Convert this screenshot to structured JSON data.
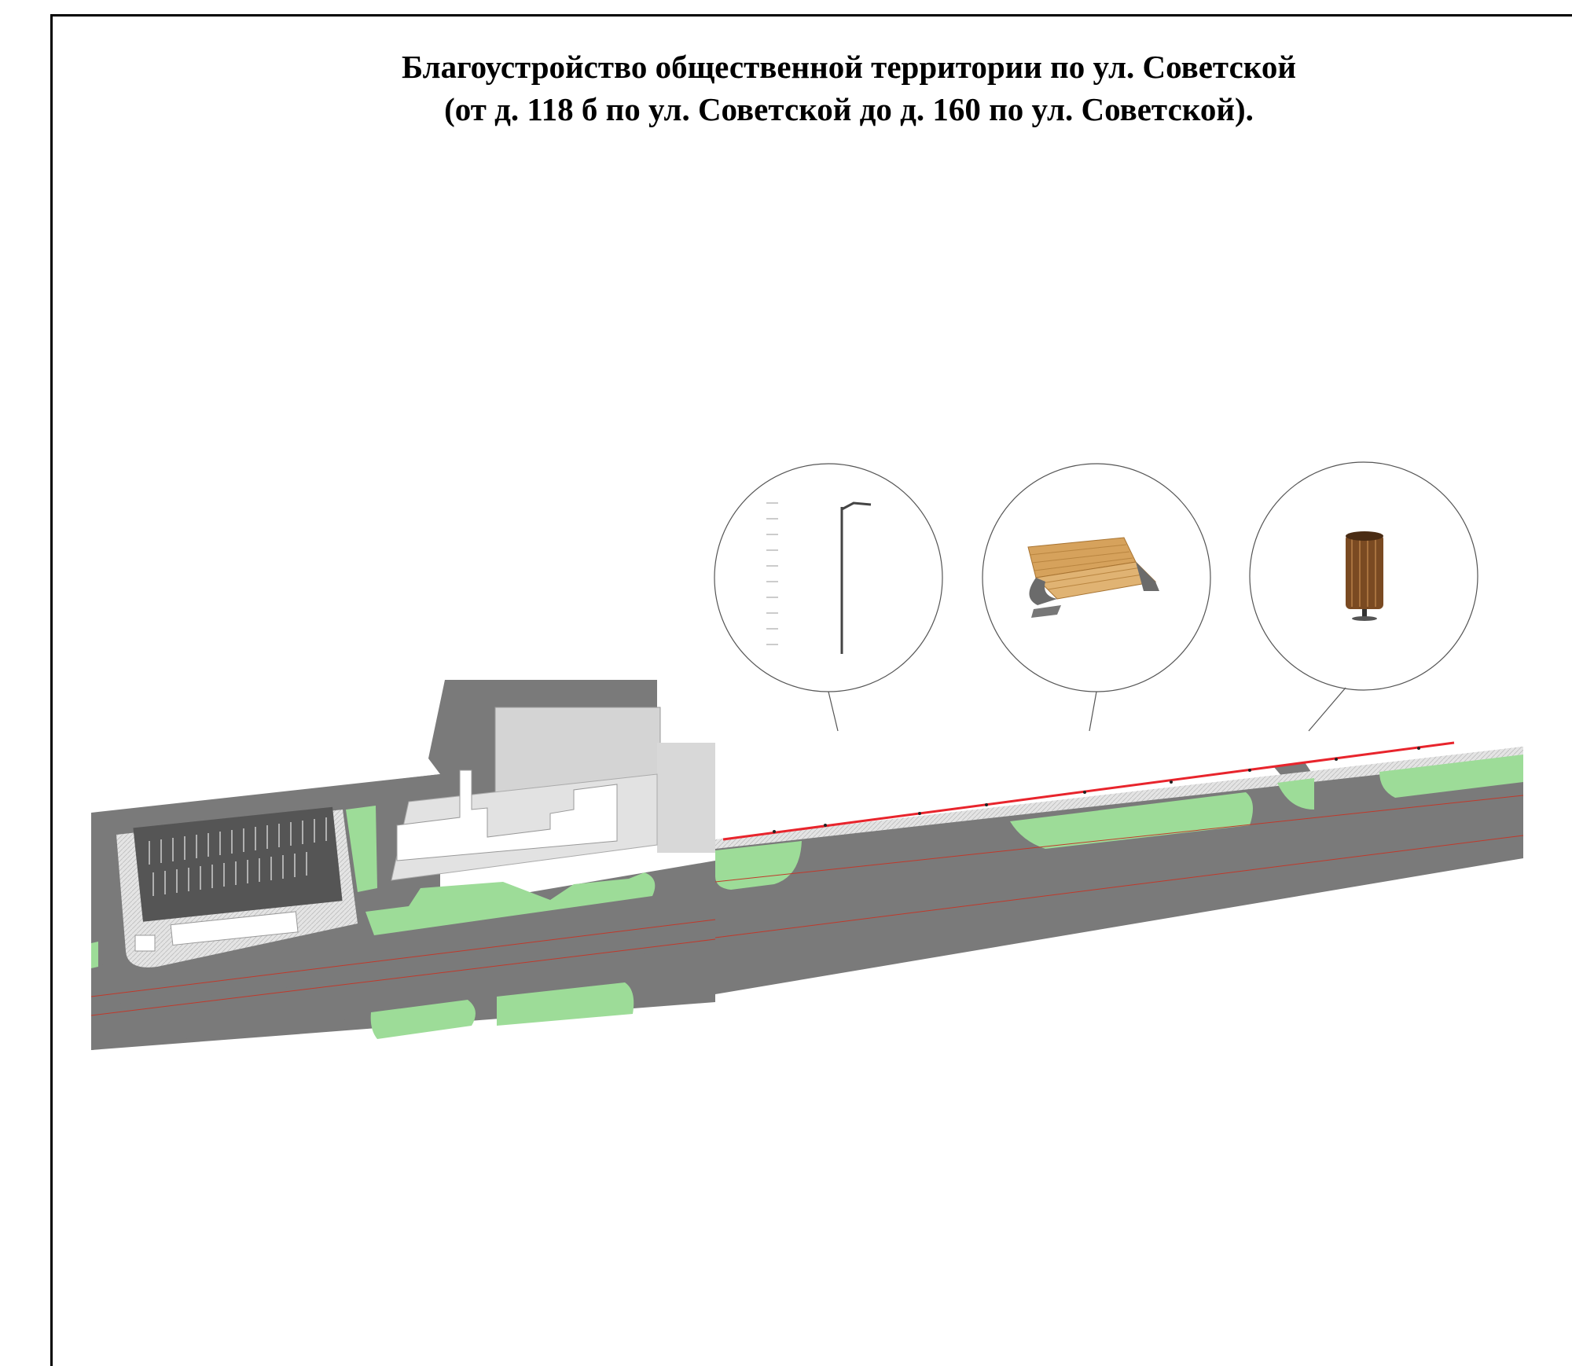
{
  "title": {
    "line1": "Благоустройство общественной территории по ул. Советской",
    "line2": "(от д. 118 б по ул. Советской  до д. 160 по ул. Советской)."
  },
  "callouts": [
    {
      "item": "street-lamp"
    },
    {
      "item": "park-bench"
    },
    {
      "item": "litter-bin"
    }
  ],
  "colors": {
    "road": "#7a7a7a",
    "lawn": "#9ddc98",
    "paving": "#e0e0e0",
    "building": "#d4d4d4",
    "boundary": "#e8242c"
  }
}
